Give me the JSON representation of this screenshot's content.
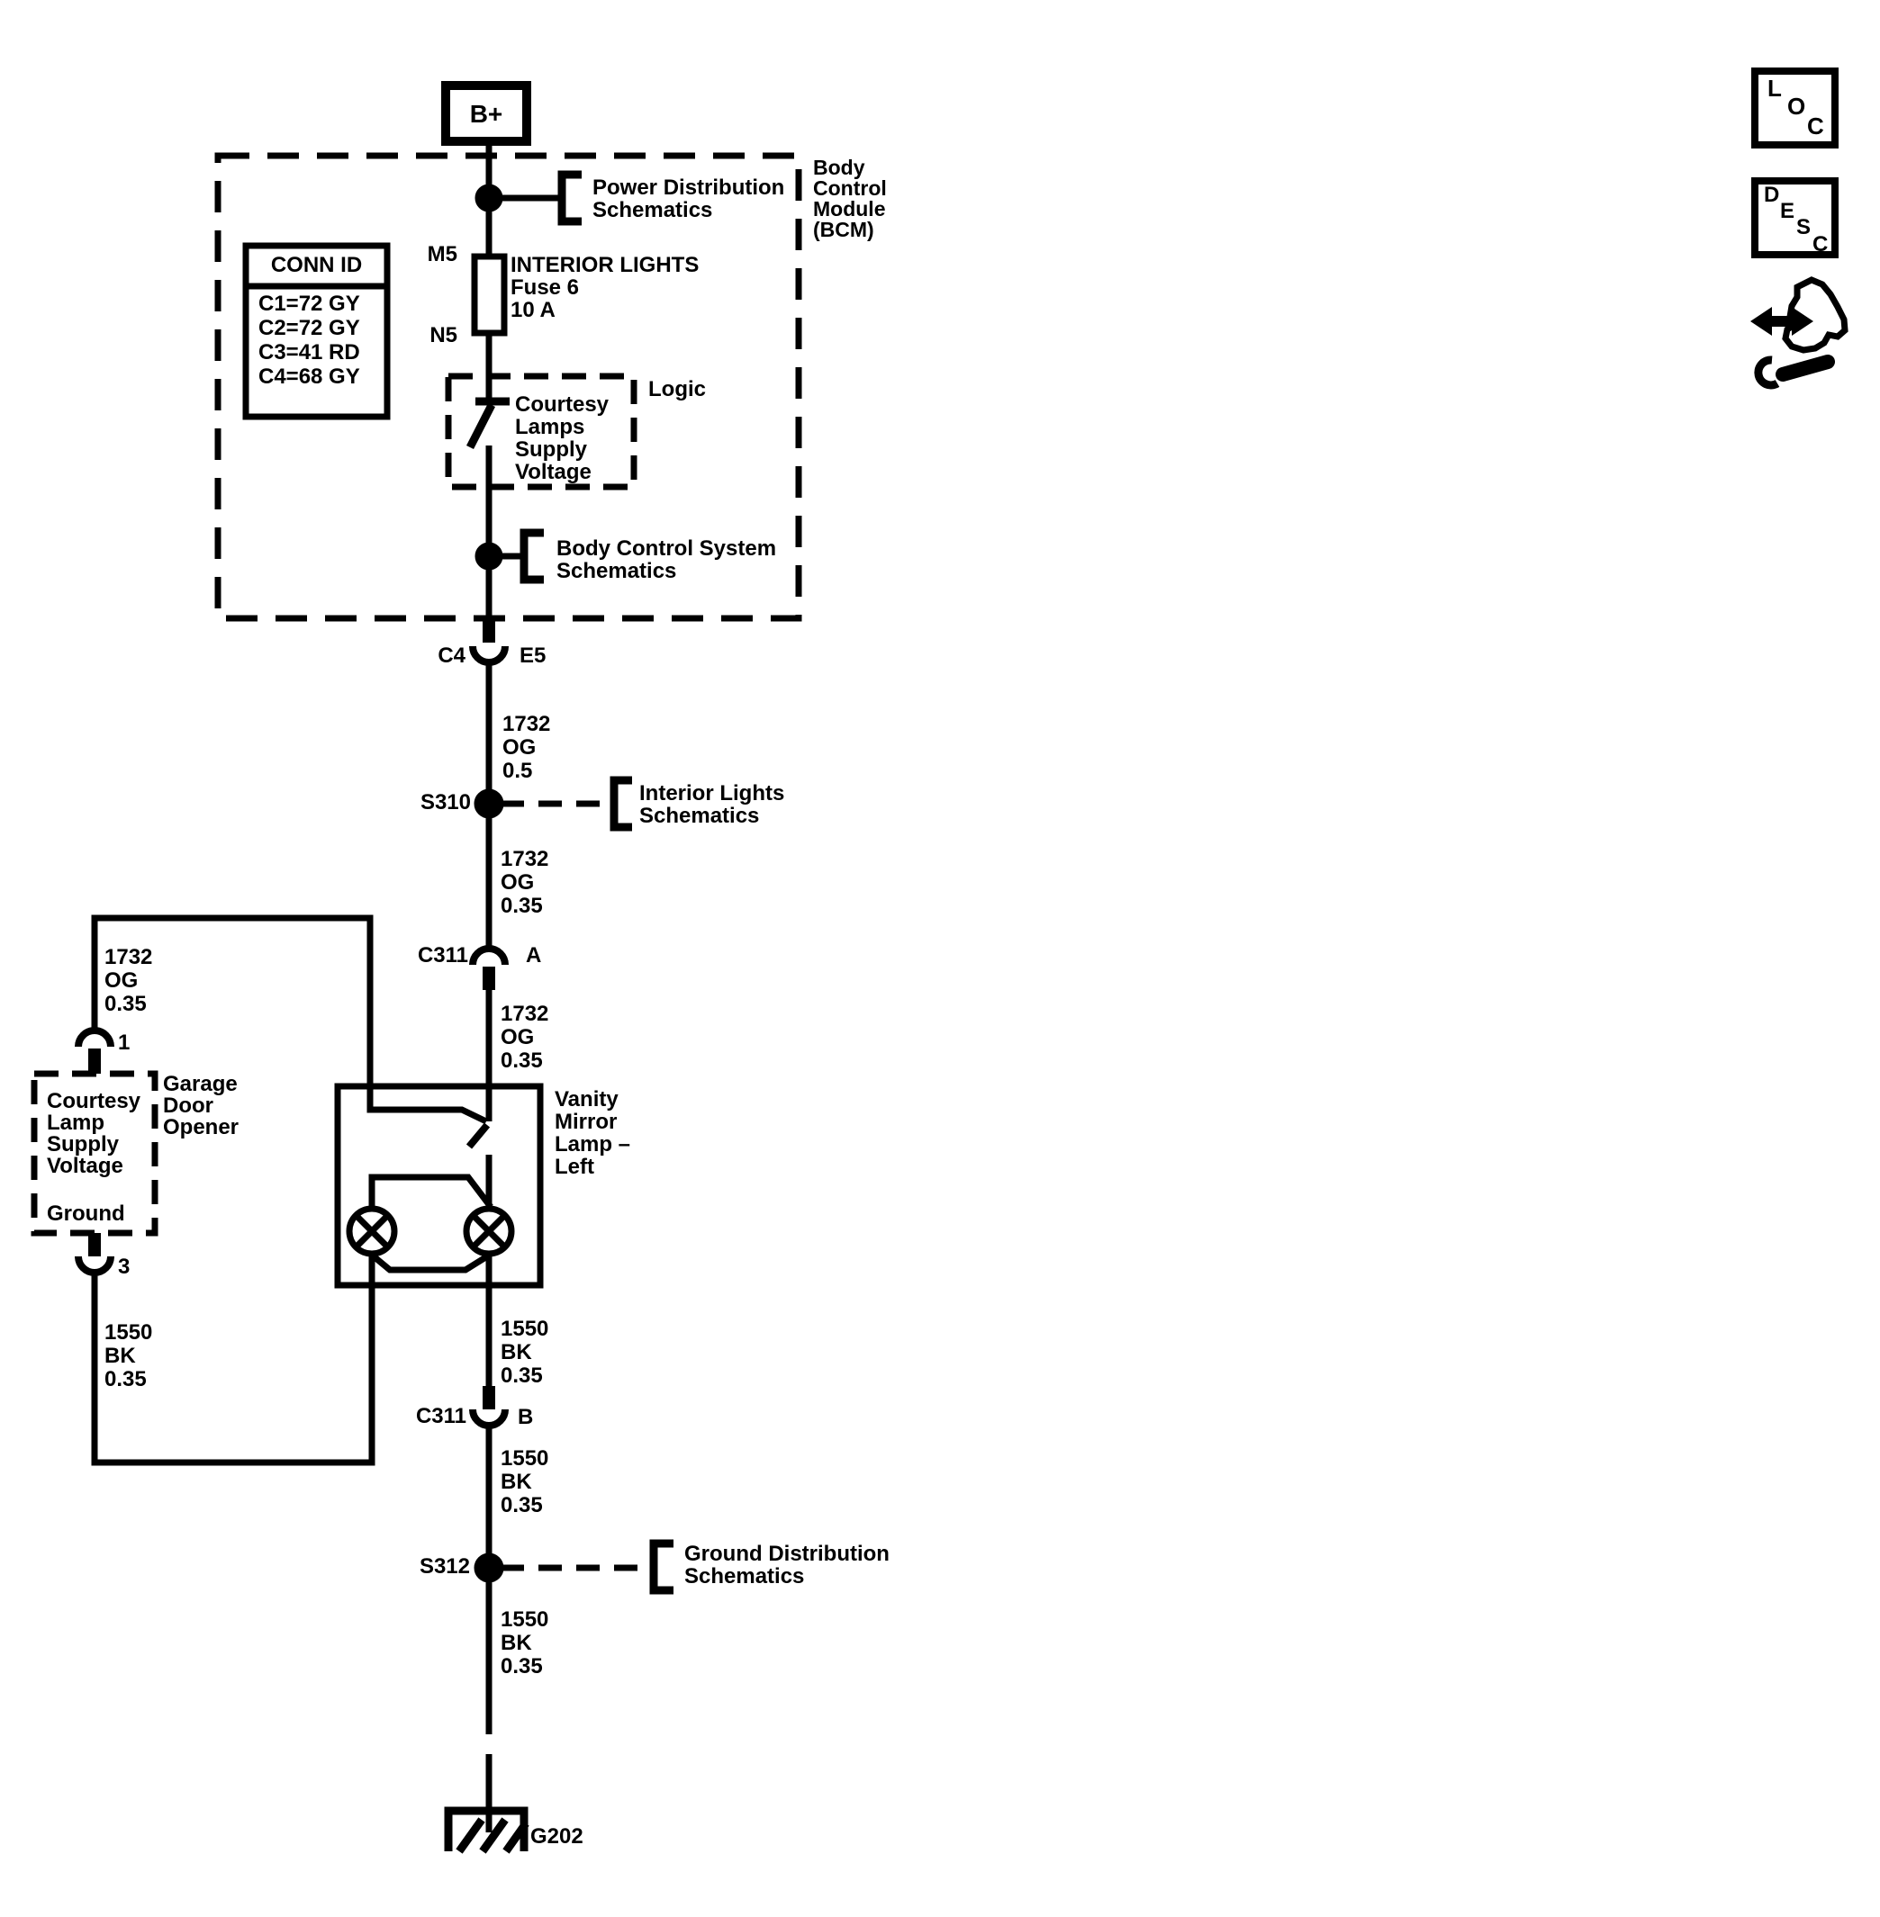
{
  "colors": {
    "ink": "#000000",
    "paper": "#ffffff"
  },
  "battery": {
    "label": "B+"
  },
  "bcm": {
    "name": "Body\nControl\nModule\n(BCM)"
  },
  "references": {
    "power_distribution": "Power Distribution\nSchematics",
    "body_control_system": "Body Control System\nSchematics",
    "interior_lights": "Interior Lights\nSchematics",
    "ground_distribution": "Ground Distribution\nSchematics"
  },
  "conn_id": {
    "title": "CONN ID",
    "rows": [
      "C1=72 GY",
      "C2=72 GY",
      "C3=41 RD",
      "C4=68 GY"
    ]
  },
  "fuse": {
    "pin_top": "M5",
    "pin_bottom": "N5",
    "name": "INTERIOR LIGHTS",
    "id": "Fuse 6",
    "rating": "10 A"
  },
  "logic": {
    "label": "Logic",
    "signal": "Courtesy\nLamps\nSupply\nVoltage"
  },
  "connectors": {
    "c4": {
      "name": "C4",
      "pin": "E5"
    },
    "c311a": {
      "name": "C311",
      "pin": "A"
    },
    "c311b": {
      "name": "C311",
      "pin": "B"
    },
    "gdo_pin1": "1",
    "gdo_pin3": "3"
  },
  "splices": {
    "s310": "S310",
    "s312": "S312"
  },
  "wires": {
    "bcm_out": "1732\nOG\n0.5",
    "s310_down": "1732\nOG\n0.35",
    "c311a_down": "1732\nOG\n0.35",
    "gdo_supply": "1732\nOG\n0.35",
    "gdo_ground": "1550\nBK\n0.35",
    "lamp_out": "1550\nBK\n0.35",
    "c311b_down": "1550\nBK\n0.35",
    "s312_down": "1550\nBK\n0.35"
  },
  "garage_door_opener": {
    "label": "Garage\nDoor\nOpener",
    "supply": "Courtesy\nLamp\nSupply\nVoltage",
    "ground": "Ground"
  },
  "vanity_lamp": {
    "label": "Vanity\nMirror\nLamp –\nLeft"
  },
  "ground": {
    "label": "G202"
  },
  "toolbar": {
    "loc": [
      "L",
      "O",
      "C"
    ],
    "desc": [
      "D",
      "E",
      "S",
      "C"
    ]
  }
}
